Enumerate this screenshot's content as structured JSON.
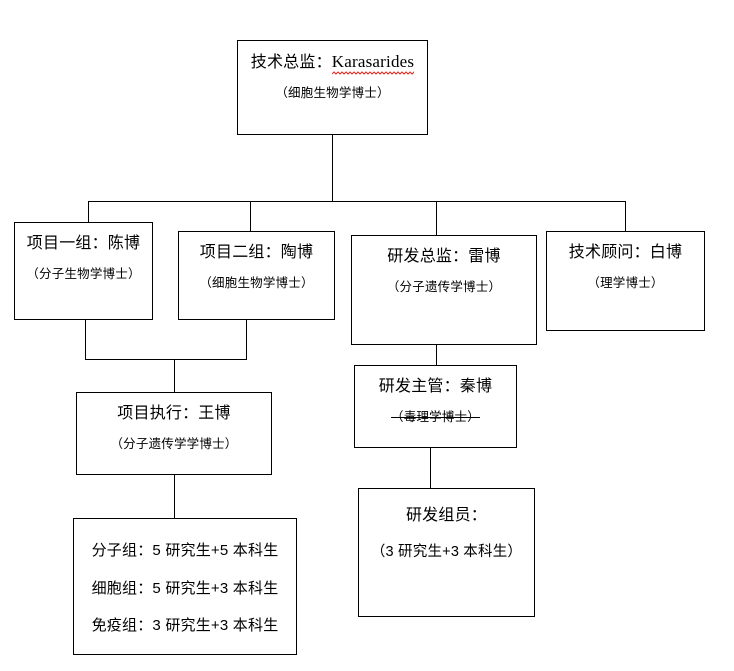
{
  "document": {
    "type": "organization-chart",
    "language": "zh-CN"
  },
  "colors": {
    "background": "#ffffff",
    "line": "#000000",
    "text": "#000000",
    "spellcheck_underline": "#e8271c"
  },
  "nodes": {
    "tech_director": {
      "title_prefix": "技术总监：",
      "title_name": "Karasarides",
      "subtitle": "（细胞生物学博士）"
    },
    "project_group_1": {
      "title": "项目一组：陈博",
      "subtitle": "（分子生物学博士）"
    },
    "project_group_2": {
      "title": "项目二组：陶博",
      "subtitle": "（细胞生物学博士）"
    },
    "rd_director": {
      "title": "研发总监：雷博",
      "subtitle": "（分子遗传学博士）"
    },
    "tech_advisor": {
      "title": "技术顾问：白博",
      "subtitle": "（理学博士）"
    },
    "project_executor": {
      "title": "项目执行：王博",
      "subtitle": "（分子遗传学学博士）"
    },
    "rd_supervisor": {
      "title": "研发主管：秦博",
      "subtitle": "（毒理学博士）"
    },
    "project_roster": {
      "lines": [
        "分子组：5 研究生+5 本科生",
        "细胞组：5 研究生+3 本科生",
        "免疫组：3 研究生+3 本科生"
      ]
    },
    "rd_members": {
      "title": "研发组员：",
      "subtitle": "（3 研究生+3 本科生）"
    }
  }
}
